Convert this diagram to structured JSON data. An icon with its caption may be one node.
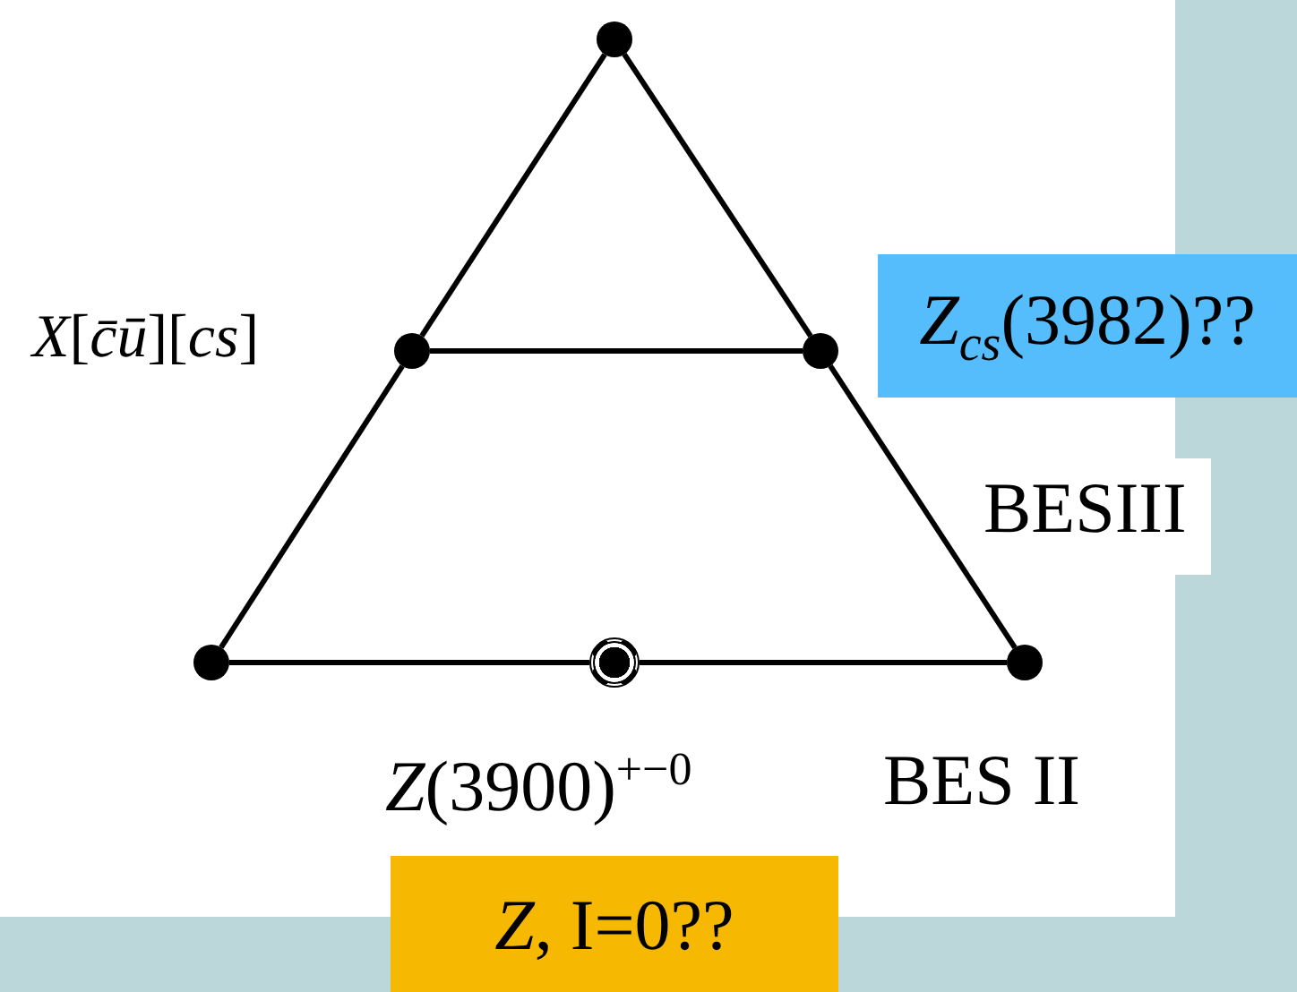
{
  "diagram": {
    "nodes": [
      {
        "text": [],
        "shape": "circle"
      },
      {
        "text": [],
        "shape": "circle"
      },
      {
        "text": [],
        "shape": "circle"
      },
      {
        "text": [],
        "shape": "circle"
      },
      {
        "text": [],
        "shape": "circle"
      },
      {
        "text": [],
        "shape": "circle"
      },
      {
        "text": [
          "*Z*$_{cs}$(3982)??"
        ]
      },
      {
        "text": [
          "*Z*, I=0??"
        ]
      }
    ],
    "edges": [
      {
        "from": 0,
        "to": 1,
        "arrow": "none"
      },
      {
        "from": 1,
        "to": 3,
        "arrow": "none"
      },
      {
        "from": 0,
        "to": 2,
        "arrow": "none"
      },
      {
        "from": 2,
        "to": 5,
        "arrow": "none"
      },
      {
        "from": 1,
        "to": 2,
        "arrow": "none"
      },
      {
        "from": 3,
        "to": 4,
        "arrow": "none"
      },
      {
        "from": 4,
        "to": 5,
        "arrow": "none"
      }
    ],
    "labels": [
      "*X*[*c̄ū*][*cs*]",
      "BESIII",
      "*Z*(3900)$^{+−0}$",
      "BES II"
    ]
  }
}
